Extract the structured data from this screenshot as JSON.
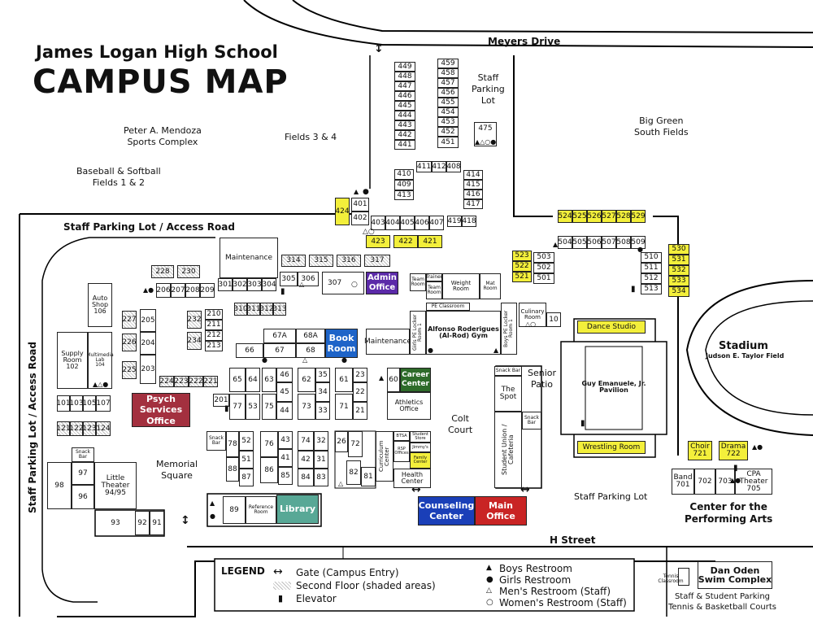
{
  "title": {
    "line1": "James Logan High School",
    "line2": "CAMPUS MAP"
  },
  "streets": {
    "meyers": "Meyers Drive",
    "h_street": "H Street",
    "staff_access_top": "Staff Parking Lot / Access Road",
    "staff_access_left": "Staff Parking Lot / Access Road"
  },
  "areas": {
    "mendoza": "Peter A. Mendoza\nSports Complex",
    "fields34": "Fields 3 & 4",
    "baseball": "Baseball & Softball\nFields 1 & 2",
    "staff_parking_lot_top": "Staff\nParking\nLot",
    "big_green": "Big Green\nSouth Fields",
    "stadium": "Stadium",
    "stadium_field": "Judson E. Taylor Field",
    "colt_court": "Colt\nCourt",
    "senior_patio": "Senior\nPatio",
    "memorial_square": "Memorial\nSquare",
    "staff_parking_lot_bottom": "Staff Parking Lot",
    "cpa": "Center for the\nPerforming Arts",
    "staff_student_parking": "Staff & Student Parking\nTennis & Basketball Courts"
  },
  "buildings": {
    "maintenance1": "Maintenance",
    "maintenance2": "Maintenance",
    "admin": "Admin\nOffice",
    "book_room": "Book\nRoom",
    "gym": "Alfonso Roderigues\n(Al-Rod) Gym",
    "weight_room": "Weight Room",
    "team_room1": "Team\nRoom",
    "trainer": "Trainer",
    "team_room2": "Team\nRoom",
    "mat_room": "Mat\nRoom",
    "pe_classroom": "PE Classroom",
    "girls_locker": "Girls PE Locker\nRoom 1",
    "boys_locker": "Boys PE Locker\nRoom 1",
    "culinary": "Culinary\nRoom",
    "dance": "Dance Studio",
    "pavilion": "Guy Emanuele, Jr.\nPavilion",
    "wrestling": "Wrestling Room",
    "career": "Career\nCenter",
    "athletics": "Athletics\nOffice",
    "psych": "Psych\nServices\nOffice",
    "auto_shop": "Auto\nShop\n106",
    "multimedia": "Multimedia\nLab\n104",
    "supply": "Supply\nRoom\n102",
    "little_theater": "Little\nTheater\n94/95",
    "snack1": "Snack\nBar",
    "snack2": "Snack\nBar",
    "snack3": "Snack Bar",
    "snack4": "Snack\nBar",
    "the_spot": "The\nSpot",
    "student_union": "Student Union /\nCafeteria",
    "curriculum": "Curriculum\nCenter",
    "btsa": "BTSA",
    "rsp": "RSP\nOffices",
    "student_store": "Student\nStore",
    "jimmys": "Jimmy's",
    "family_center": "Family\nCenter",
    "health": "Health\nCenter",
    "counseling": "Counseling\nCenter",
    "main_office": "Main\nOffice",
    "library": "Library",
    "reference": "Reference\nRoom",
    "choir": "Choir\n721",
    "drama": "Drama\n722",
    "band": "Band\n701",
    "cpa_theater": "CPA\nTheater\n705",
    "tennis_classroom": "Tennis\nClassroom",
    "dan_oden": "Dan Oden\nSwim Complex"
  },
  "legend": {
    "title": "LEGEND",
    "gate": "Gate (Campus Entry)",
    "second_floor": "Second Floor (shaded areas)",
    "elevator": "Elevator",
    "boys": "Boys Restroom",
    "girls": "Girls Restroom",
    "mens_staff": "Men's Restroom (Staff)",
    "womens_staff": "Women's Restroom (Staff)"
  },
  "rooms": {
    "r449": "449",
    "r448": "448",
    "r447": "447",
    "r446": "446",
    "r445": "445",
    "r444": "444",
    "r443": "443",
    "r442": "442",
    "r441": "441",
    "r459": "459",
    "r458": "458",
    "r457": "457",
    "r456": "456",
    "r455": "455",
    "r454": "454",
    "r453": "453",
    "r452": "452",
    "r451": "451",
    "r475": "475",
    "r411": "411",
    "r412": "412",
    "r408": "408",
    "r410": "410",
    "r409": "409",
    "r413": "413",
    "r414": "414",
    "r415": "415",
    "r416": "416",
    "r417": "417",
    "r401": "401",
    "r402": "402",
    "r424": "424",
    "r403": "403",
    "r404": "404",
    "r405": "405",
    "r406": "406",
    "r407": "407",
    "r419": "419",
    "r418": "418",
    "r423": "423",
    "r422": "422",
    "r421": "421",
    "r524": "524",
    "r525": "525",
    "r526": "526",
    "r527": "527",
    "r528": "528",
    "r529": "529",
    "r504": "504",
    "r505": "505",
    "r506": "506",
    "r507": "507",
    "r508": "508",
    "r509": "509",
    "r523": "523",
    "r522": "522",
    "r521": "521",
    "r503": "503",
    "r502": "502",
    "r501": "501",
    "r510": "510",
    "r511": "511",
    "r512": "512",
    "r513": "513",
    "r530": "530",
    "r531": "531",
    "r532": "532",
    "r533": "533",
    "r534": "534",
    "r314": "314",
    "r315": "315",
    "r316": "316",
    "r317": "317",
    "r301": "301",
    "r302": "302",
    "r303": "303",
    "r304": "304",
    "r305": "305",
    "r306": "306",
    "r307": "307",
    "r310": "310",
    "r311": "311",
    "r312": "312",
    "r313": "313",
    "r228": "228",
    "r230": "230",
    "r206": "206",
    "r207": "207",
    "r208": "208",
    "r209": "209",
    "r205": "205",
    "r204": "204",
    "r203": "203",
    "r227": "227",
    "r226": "226",
    "r225": "225",
    "r232": "232",
    "r234": "234",
    "r210": "210",
    "r211": "211",
    "r212": "212",
    "r213": "213",
    "r224": "224",
    "r223": "223",
    "r222": "222",
    "r221": "221",
    "r201": "201",
    "r67a": "67A",
    "r68a": "68A",
    "r66": "66",
    "r67": "67",
    "r68": "68",
    "r65": "65",
    "r64": "64",
    "r63": "63",
    "r46": "46",
    "r77": "77",
    "r53": "53",
    "r75": "75",
    "r45": "45",
    "r44": "44",
    "r62": "62",
    "r35": "35",
    "r34": "34",
    "r73": "73",
    "r33": "33",
    "r61": "61",
    "r23": "23",
    "r22": "22",
    "r71": "71",
    "r21": "21",
    "r60": "60",
    "r10": "10",
    "r101": "101",
    "r103": "103",
    "r105": "105",
    "r107": "107",
    "r121": "121",
    "r122": "122",
    "r123": "123",
    "r124": "124",
    "r97": "97",
    "r96": "96",
    "r98": "98",
    "r93": "93",
    "r92": "92",
    "r91": "91",
    "r78": "78",
    "r52": "52",
    "r51": "51",
    "r88": "88",
    "r87": "87",
    "r76": "76",
    "r43": "43",
    "r41": "41",
    "r86": "86",
    "r85": "85",
    "r74": "74",
    "r32": "32",
    "r42": "42",
    "r31": "31",
    "r84": "84",
    "r83": "83",
    "r26": "26",
    "r72": "72",
    "r82": "82",
    "r81": "81",
    "r89": "89",
    "r702": "702",
    "r703": "703"
  }
}
